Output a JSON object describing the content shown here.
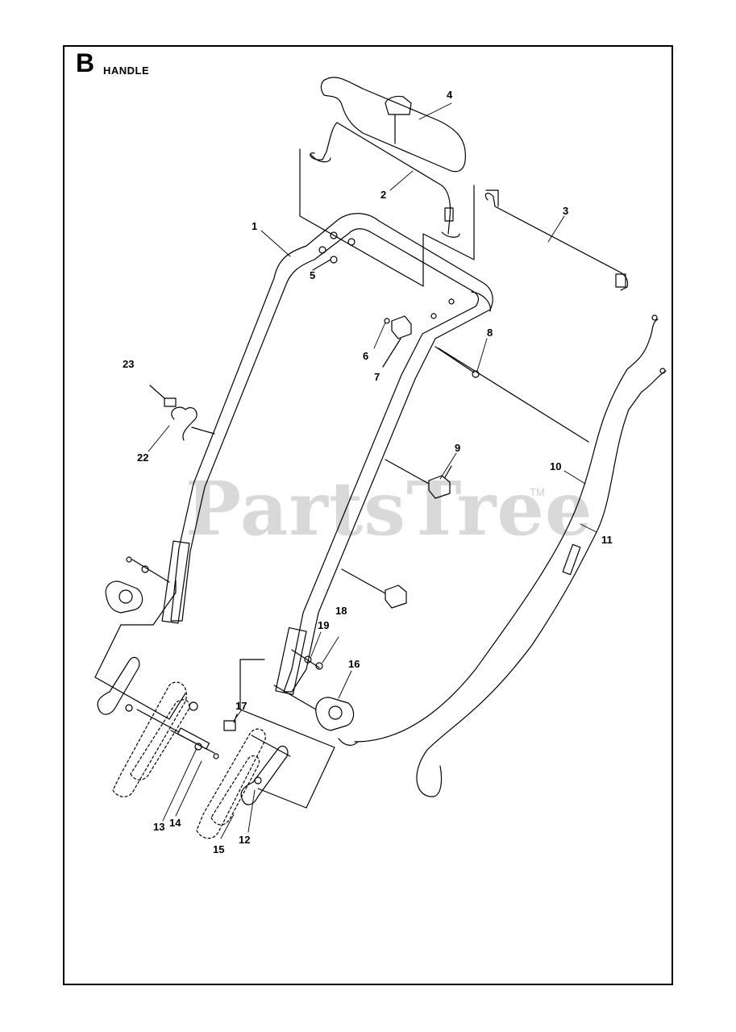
{
  "header": {
    "letter": "B",
    "title": "HANDLE"
  },
  "watermark": {
    "text": "PartsTree",
    "tm": "TM"
  },
  "callouts": [
    "1",
    "2",
    "3",
    "4",
    "5",
    "6",
    "7",
    "8",
    "9",
    "10",
    "11",
    "12",
    "13",
    "14",
    "15",
    "16",
    "17",
    "18",
    "19",
    "22",
    "23"
  ]
}
